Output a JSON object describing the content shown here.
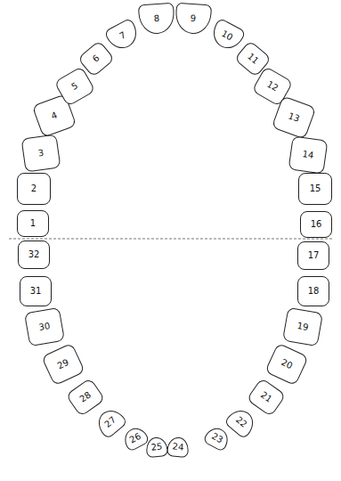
{
  "diagram": {
    "nodes": [
      {
        "text": [
          "1"
        ]
      },
      {
        "text": [
          "2"
        ]
      },
      {
        "text": [
          "3"
        ]
      },
      {
        "text": [
          "4"
        ]
      },
      {
        "text": [
          "5"
        ]
      },
      {
        "text": [
          "6"
        ]
      },
      {
        "text": [
          "7"
        ]
      },
      {
        "text": [
          "8"
        ]
      },
      {
        "text": [
          "9"
        ]
      },
      {
        "text": [
          "10"
        ]
      },
      {
        "text": [
          "11"
        ]
      },
      {
        "text": [
          "12"
        ]
      },
      {
        "text": [
          "13"
        ]
      },
      {
        "text": [
          "14"
        ]
      },
      {
        "text": [
          "15"
        ]
      },
      {
        "text": [
          "16"
        ]
      },
      {
        "text": [
          "17"
        ]
      },
      {
        "text": [
          "18"
        ]
      },
      {
        "text": [
          "19"
        ]
      },
      {
        "text": [
          "20"
        ]
      },
      {
        "text": [
          "21"
        ]
      },
      {
        "text": [
          "22"
        ]
      },
      {
        "text": [
          "23"
        ]
      },
      {
        "text": [
          "24"
        ]
      },
      {
        "text": [
          "25"
        ]
      },
      {
        "text": [
          "26"
        ]
      },
      {
        "text": [
          "27"
        ]
      },
      {
        "text": [
          "28"
        ]
      },
      {
        "text": [
          "29"
        ]
      },
      {
        "text": [
          "30"
        ]
      },
      {
        "text": [
          "31"
        ]
      },
      {
        "text": [
          "32"
        ]
      }
    ]
  }
}
